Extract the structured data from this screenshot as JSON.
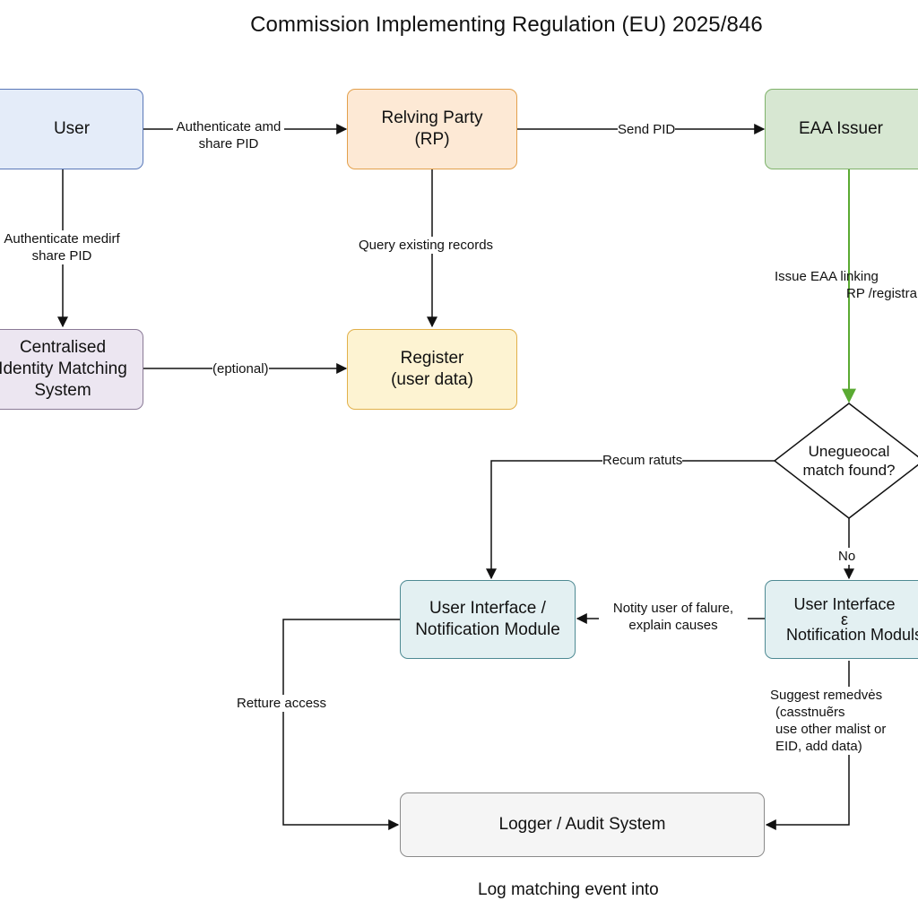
{
  "title": "Commission Implementing Regulation (EU) 2025/846",
  "colors": {
    "user_fill": "#e4ecf9",
    "user_stroke": "#5a78b8",
    "rp_fill": "#fde9d5",
    "rp_stroke": "#e3a04c",
    "issuer_fill": "#d7e7d2",
    "issuer_stroke": "#7fb26a",
    "matching_fill": "#ece6f1",
    "matching_stroke": "#8a7a96",
    "register_fill": "#fdf3d2",
    "register_stroke": "#e1b04a",
    "ui_fill": "#e3f0f2",
    "ui_stroke": "#4e8a93",
    "logger_fill": "#f5f5f5",
    "logger_stroke": "#8a8a8a",
    "green_arrow": "#5aaa32"
  },
  "nodes": {
    "user": {
      "label": "User"
    },
    "relying_party": {
      "line1": "Relving Party",
      "line2": "(RP)"
    },
    "eaa_issuer": {
      "label": "EAA Issuer"
    },
    "identity_matching": {
      "line1": "Centralised",
      "line2": "Identity Matching",
      "line3": "System"
    },
    "register": {
      "line1": "Register",
      "line2": "(user data)"
    },
    "decision": {
      "line1": "Unegueocal",
      "line2": "match found?"
    },
    "ui_left": {
      "line1": "User Interface /",
      "line2": "Notification Module"
    },
    "ui_right": {
      "line1": "User Interface",
      "line2": "ε",
      "line3": "Notification Moduls"
    },
    "logger": {
      "label": "Logger / Audit System"
    }
  },
  "edges": {
    "user_to_rp": {
      "line1": "Authenticate amd",
      "line2": "share PID"
    },
    "rp_to_issuer": {
      "label": "Send PID"
    },
    "user_to_matching": {
      "line1": "Authenticate medirf",
      "line2": "share PID"
    },
    "rp_to_register": {
      "label": "Query existing records"
    },
    "matching_to_register": {
      "label": "(eptional)"
    },
    "issuer_to_decision": {
      "line1": "Issue EAA linking",
      "line2": "RP /registra"
    },
    "decision_to_ui_left": {
      "label": "Recum ratuts"
    },
    "decision_no": {
      "label": "No"
    },
    "ui_right_to_ui_left": {
      "line1": "Notity user of falure,",
      "line2": "explain causes"
    },
    "ui_left_to_logger": {
      "label": "Retture access"
    },
    "ui_right_to_logger": {
      "line1": "Suggest remedvės",
      "line2": "(casstnuẽrs",
      "line3": "use other malist or",
      "line4": "EID, add data)"
    }
  },
  "footer": "Log matching event into"
}
